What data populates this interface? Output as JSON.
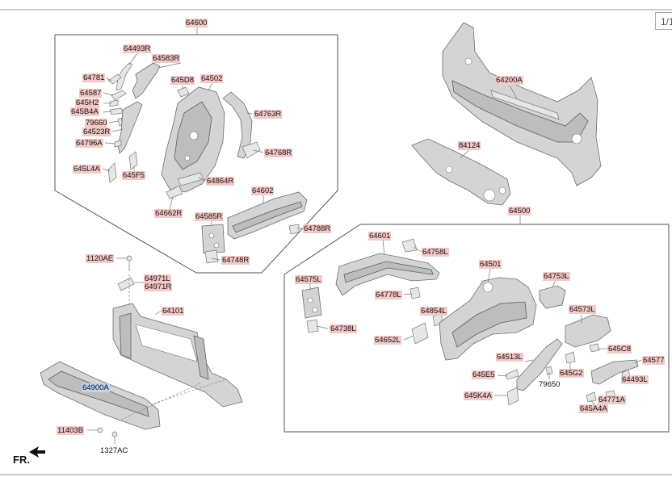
{
  "page_indicator": "1/1",
  "direction_label": "FR.",
  "groups": {
    "upper_left": "64600",
    "lower_right": "64500"
  },
  "callouts": {
    "p64493R": "64493R",
    "p64583R": "64583R",
    "p64781": "64781",
    "p645D8": "645D8",
    "p64502": "64502",
    "p64587": "64587",
    "p645H2": "645H2",
    "p645B4A": "645B4A",
    "p79660": "79660",
    "p64523R": "64523R",
    "p64796A": "64796A",
    "p645L4A": "645L4A",
    "p645F5": "645F5",
    "p64763R": "64763R",
    "p64768R": "64768R",
    "p64864R": "64864R",
    "p64602": "64602",
    "p64662R": "64662R",
    "p64585R": "64585R",
    "p64788R": "64788R",
    "p64748R": "64748R",
    "p64200A": "64200A",
    "p84124": "84124",
    "p1120AE": "1120AE",
    "p64971L": "64971L",
    "p64971R": "64971R",
    "p64101": "64101",
    "p64900A": "64900A",
    "p11403B": "11403B",
    "p1327AC": "1327AC",
    "p64601": "64601",
    "p64758L": "64758L",
    "p64575L": "64575L",
    "p64501": "64501",
    "p64753L": "64753L",
    "p64778L": "64778L",
    "p64854L": "64854L",
    "p64738L": "64738L",
    "p64573L": "64573L",
    "p64652L": "64652L",
    "p645C8": "645C8",
    "p64513L": "64513L",
    "p64577": "64577",
    "p645E5": "645E5",
    "p645G2": "645G2",
    "p79650": "79650",
    "p64493L": "64493L",
    "p645K4A": "645K4A",
    "p64771A": "64771A",
    "p645A4A": "645A4A"
  },
  "highlighted_part": "64900A",
  "colors": {
    "callout_fill": "#f3c9c7",
    "selected_fill": "#bcd3f2",
    "part_fill": "#d4d4d4"
  }
}
